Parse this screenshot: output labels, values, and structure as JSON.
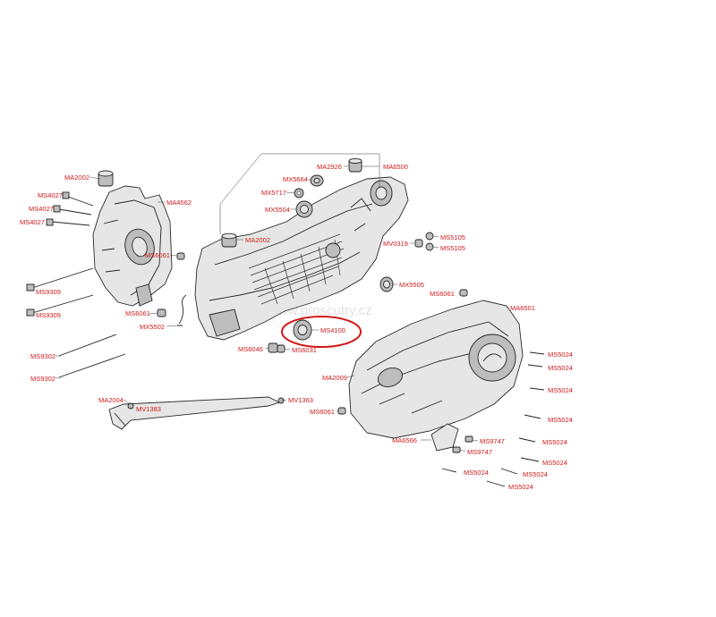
{
  "watermark": "www.proscutry.cz",
  "highlight_color": "#d11919",
  "label_color": "#d11919",
  "labels": {
    "ma2002_a": "MA2002",
    "ms4027_a": "MS4027",
    "ms4027_b": "MS4027",
    "ms4027_c": "MS4027",
    "ma4562": "MA4562",
    "ms6061_a": "MS6061",
    "ms9309_a": "MS9309",
    "ms9309_b": "MS9309",
    "ms6061_b": "MS6061",
    "mx5502": "MX5502",
    "ms9302_a": "MS9302",
    "ms9302_b": "MS9302",
    "ma2004": "MA2004",
    "mv1383_a": "MV1383",
    "mv1363": "MV1363",
    "mx5664": "MX5664",
    "mx5717": "MX5717",
    "mx5504": "MX5504",
    "ma2926": "MA2926",
    "ma6500": "MA6500",
    "ma2002_b": "MA2002",
    "mv0319": "MV0319",
    "ms5105_a": "MS5105",
    "ms5105_b": "MS5105",
    "mx5505": "MX5505",
    "ms6061_c": "MS6061",
    "ms4100": "MS4100",
    "ms6046": "MS6046",
    "ms6031": "MS6031",
    "ma6501": "MA6501",
    "ma2009": "MA2009",
    "ms6061_d": "MS6061",
    "ms5024_a": "MS5024",
    "ms5024_b": "MS5024",
    "ms5024_c": "MS5024",
    "ms5024_d": "MS5024",
    "ms5024_e": "MS5024",
    "ms5024_f": "MS5024",
    "ms5024_g": "MS5024",
    "ms5024_h": "MS5024",
    "ms5024_i": "MS5024",
    "ma6566": "MA6566",
    "ms9747_a": "MS9747",
    "ms9747_b": "MS9747"
  }
}
